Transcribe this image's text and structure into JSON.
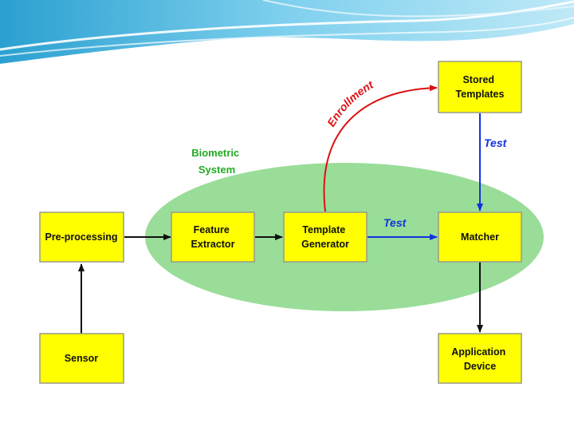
{
  "diagram": {
    "system_label": [
      "Biometric",
      "System"
    ],
    "nodes": {
      "sensor": {
        "lines": [
          "Sensor"
        ]
      },
      "preprocessing": {
        "lines": [
          "Pre-processing"
        ]
      },
      "feature_extractor": {
        "lines": [
          "Feature",
          "Extractor"
        ]
      },
      "template_generator": {
        "lines": [
          "Template",
          "Generator"
        ]
      },
      "matcher": {
        "lines": [
          "Matcher"
        ]
      },
      "stored_templates": {
        "lines": [
          "Stored",
          "Templates"
        ]
      },
      "application_device": {
        "lines": [
          "Application",
          "Device"
        ]
      }
    },
    "edges": {
      "enrollment": "Enrollment",
      "test_horizontal": "Test",
      "test_vertical": "Test"
    }
  },
  "colors": {
    "box_fill": "#ffff00",
    "system_ellipse": "#99dd99",
    "system_label": "#22aa22",
    "enrollment_arrow": "#dd1111",
    "test_arrow": "#1133dd",
    "flow_arrow": "#111111",
    "header_blue": "#3ab0d8"
  }
}
